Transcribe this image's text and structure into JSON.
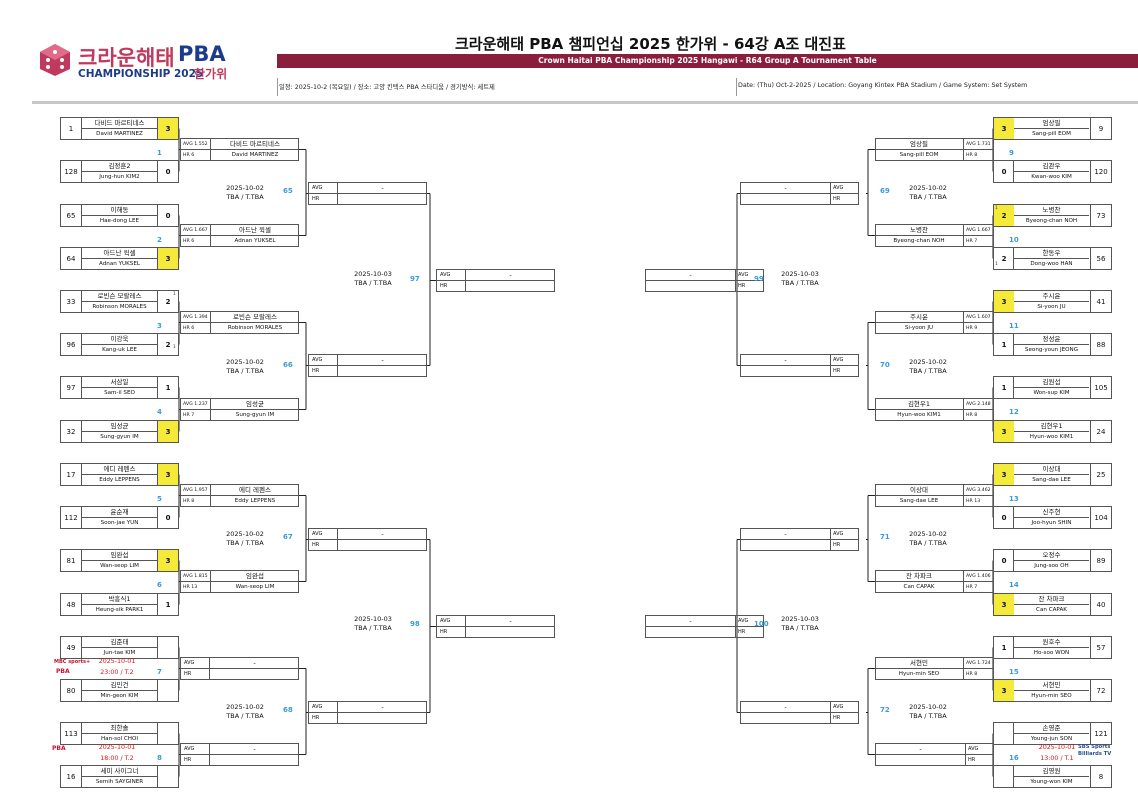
{
  "logo": {
    "ko": "크라운해태",
    "pba": "PBA",
    "en": "CHAMPIONSHIP 2025",
    "hangawi": "한가위"
  },
  "title": "크라운해태 PBA 챔피언십 2025 한가위 - 64강 A조 대진표",
  "banner": "Crown Haitai PBA Championship 2025 Hangawi - R64 Group A Tournament Table",
  "info_ko": "일정: 2025-10-2 (목요일) / 장소: 고양 킨텍스 PBA 스타디움 / 경기방식: 세트제",
  "info_en": "Date: (Thu) Oct-2-2025 / Location: Goyang Kintex PBA Stadium / Game System: Set System",
  "labels": {
    "avg": "AVG",
    "hr": "HR",
    "dash": "-",
    "one": "1"
  },
  "left_players": [
    {
      "seed": "1",
      "ko": "다비드 마르티네스",
      "en": "David MARTINEZ",
      "score": "3",
      "win": true
    },
    {
      "seed": "128",
      "ko": "김정훈2",
      "en": "Jung-hun KIM2",
      "score": "0",
      "win": false
    },
    {
      "seed": "65",
      "ko": "이해동",
      "en": "Hae-dong LEE",
      "score": "0",
      "win": false
    },
    {
      "seed": "64",
      "ko": "아드난 윅셀",
      "en": "Adnan YUKSEL",
      "score": "3",
      "win": true
    },
    {
      "seed": "33",
      "ko": "로빈슨 모랄레스",
      "en": "Robinson MORALES",
      "score": "2",
      "win": false
    },
    {
      "seed": "96",
      "ko": "이강욱",
      "en": "Kang-uk LEE",
      "score": "2",
      "win": false
    },
    {
      "seed": "97",
      "ko": "서삼일",
      "en": "Sam-il SEO",
      "score": "1",
      "win": false
    },
    {
      "seed": "32",
      "ko": "임성균",
      "en": "Sung-gyun IM",
      "score": "3",
      "win": true
    },
    {
      "seed": "17",
      "ko": "에디 레펜스",
      "en": "Eddy LEPPENS",
      "score": "3",
      "win": true
    },
    {
      "seed": "112",
      "ko": "윤순재",
      "en": "Soon-jae YUN",
      "score": "0",
      "win": false
    },
    {
      "seed": "81",
      "ko": "임완섭",
      "en": "Wan-seop LIM",
      "score": "3",
      "win": true
    },
    {
      "seed": "48",
      "ko": "박흥식1",
      "en": "Heung-sik PARK1",
      "score": "1",
      "win": false
    },
    {
      "seed": "49",
      "ko": "김준태",
      "en": "Jun-tae KIM",
      "score": "",
      "win": false
    },
    {
      "seed": "80",
      "ko": "김민건",
      "en": "Min-geon KIM",
      "score": "",
      "win": false
    },
    {
      "seed": "113",
      "ko": "최한솔",
      "en": "Han-sol CHOI",
      "score": "",
      "win": false
    },
    {
      "seed": "16",
      "ko": "세미 사이그너",
      "en": "Semih SAYGINER",
      "score": "",
      "win": false
    }
  ],
  "right_players": [
    {
      "seed": "9",
      "ko": "엄상필",
      "en": "Sang-pill EOM",
      "score": "3",
      "win": true
    },
    {
      "seed": "120",
      "ko": "김관우",
      "en": "Kwan-woo KIM",
      "score": "0",
      "win": false
    },
    {
      "seed": "73",
      "ko": "노병찬",
      "en": "Byeong-chan NOH",
      "score": "2",
      "win": true
    },
    {
      "seed": "56",
      "ko": "한동우",
      "en": "Dong-woo HAN",
      "score": "2",
      "win": false
    },
    {
      "seed": "41",
      "ko": "주시윤",
      "en": "Si-yoon JU",
      "score": "3",
      "win": true
    },
    {
      "seed": "88",
      "ko": "정성윤",
      "en": "Seong-youn JEONG",
      "score": "1",
      "win": false
    },
    {
      "seed": "105",
      "ko": "김원섭",
      "en": "Won-sup KIM",
      "score": "1",
      "win": false
    },
    {
      "seed": "24",
      "ko": "김현우1",
      "en": "Hyun-woo KIM1",
      "score": "3",
      "win": true
    },
    {
      "seed": "25",
      "ko": "이상대",
      "en": "Sang-dae LEE",
      "score": "3",
      "win": true
    },
    {
      "seed": "104",
      "ko": "신주현",
      "en": "Joo-hyun SHIN",
      "score": "0",
      "win": false
    },
    {
      "seed": "89",
      "ko": "오정수",
      "en": "Jung-soo OH",
      "score": "0",
      "win": false
    },
    {
      "seed": "40",
      "ko": "잔 차파크",
      "en": "Can CAPAK",
      "score": "3",
      "win": true
    },
    {
      "seed": "57",
      "ko": "원호수",
      "en": "Ho-soo WON",
      "score": "1",
      "win": false
    },
    {
      "seed": "72",
      "ko": "서현민",
      "en": "Hyun-min SEO",
      "score": "3",
      "win": true
    },
    {
      "seed": "121",
      "ko": "손영준",
      "en": "Young-jun SON",
      "score": "",
      "win": false
    },
    {
      "seed": "8",
      "ko": "김영원",
      "en": "Young-won KIM",
      "score": "",
      "win": false
    }
  ],
  "left_r2": [
    {
      "ko": "다비드 마르티네스",
      "en": "David MARTINEZ",
      "avg": "AVG 1.552",
      "hr": "HR 6"
    },
    {
      "ko": "아드난 윅셀",
      "en": "Adnan YUKSEL",
      "avg": "AVG 1.667",
      "hr": "HR 6"
    },
    {
      "ko": "로빈슨 모랄레스",
      "en": "Robinson MORALES",
      "avg": "AVG 1.394",
      "hr": "HR 6"
    },
    {
      "ko": "임성균",
      "en": "Sung-gyun IM",
      "avg": "AVG 1.237",
      "hr": "HR 7"
    },
    {
      "ko": "에디 레펜스",
      "en": "Eddy LEPPENS",
      "avg": "AVG 1.957",
      "hr": "HR 8"
    },
    {
      "ko": "임완섭",
      "en": "Wan-seop LIM",
      "avg": "AVG 1.815",
      "hr": "HR 13"
    },
    {
      "ko": "-",
      "en": "",
      "avg": "AVG",
      "hr": "HR"
    },
    {
      "ko": "-",
      "en": "",
      "avg": "AVG",
      "hr": "HR"
    }
  ],
  "right_r2": [
    {
      "ko": "엄상필",
      "en": "Sang-pill EOM",
      "avg": "AVG 1.731",
      "hr": "HR 8"
    },
    {
      "ko": "노병찬",
      "en": "Byeong-chan NOH",
      "avg": "AVG 1.667",
      "hr": "HR 7"
    },
    {
      "ko": "주시윤",
      "en": "Si-yoon JU",
      "avg": "AVG 1.607",
      "hr": "HR 9"
    },
    {
      "ko": "김현우1",
      "en": "Hyun-woo KIM1",
      "avg": "AVG 2.148",
      "hr": "HR 8"
    },
    {
      "ko": "이상대",
      "en": "Sang-dae LEE",
      "avg": "AVG 3.462",
      "hr": "HR 13"
    },
    {
      "ko": "잔 차파크",
      "en": "Can CAPAK",
      "avg": "AVG 1.406",
      "hr": "HR 7"
    },
    {
      "ko": "서현민",
      "en": "Hyun-min SEO",
      "avg": "AVG 1.724",
      "hr": "HR 8"
    },
    {
      "ko": "-",
      "en": "",
      "avg": "AVG",
      "hr": "HR"
    }
  ],
  "match_nums_left": [
    "1",
    "2",
    "3",
    "4",
    "5",
    "6",
    "7",
    "8"
  ],
  "match_nums_right": [
    "9",
    "10",
    "11",
    "12",
    "13",
    "14",
    "15",
    "16"
  ],
  "r3_nums_left": [
    "65",
    "66",
    "67",
    "68"
  ],
  "r3_nums_right": [
    "69",
    "70",
    "71",
    "72"
  ],
  "r4_nums": [
    "97",
    "98",
    "99",
    "100"
  ],
  "sched_r3": "2025-10-02",
  "sched_r4": "2025-10-03",
  "sched_tba": "TBA / T.TBA",
  "live_7": {
    "date": "2025-10-01",
    "time": "23:00 / T.2"
  },
  "live_8": {
    "date": "2025-10-01",
    "time": "18:00 / T.2"
  },
  "live_16": {
    "date": "2025-10-01",
    "time": "13:00 / T.1"
  },
  "broadcasters": {
    "mbc": "MBC sports+",
    "pba": "PBA",
    "sbs": "SBS Sports Billiards TV"
  }
}
